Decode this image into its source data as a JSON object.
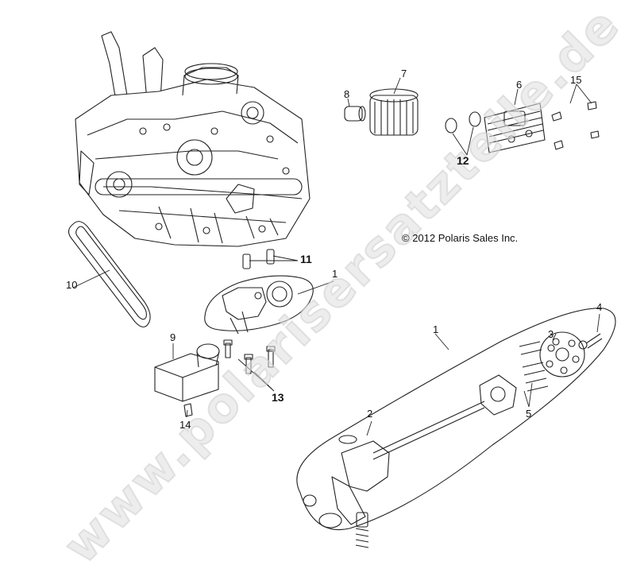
{
  "copyright": "© 2012 Polaris Sales Inc.",
  "watermark": "www.polarisersatzteile.de",
  "callouts": [
    {
      "id": "1a",
      "text": "1"
    },
    {
      "id": "1b",
      "text": "1"
    },
    {
      "id": "2",
      "text": "2"
    },
    {
      "id": "3",
      "text": "3"
    },
    {
      "id": "4",
      "text": "4"
    },
    {
      "id": "5",
      "text": "5"
    },
    {
      "id": "6",
      "text": "6"
    },
    {
      "id": "7",
      "text": "7"
    },
    {
      "id": "8",
      "text": "8"
    },
    {
      "id": "9",
      "text": "9"
    },
    {
      "id": "10",
      "text": "10"
    },
    {
      "id": "11",
      "text": "11"
    },
    {
      "id": "12",
      "text": "12"
    },
    {
      "id": "13",
      "text": "13"
    },
    {
      "id": "14",
      "text": "14"
    },
    {
      "id": "15",
      "text": "15"
    }
  ]
}
